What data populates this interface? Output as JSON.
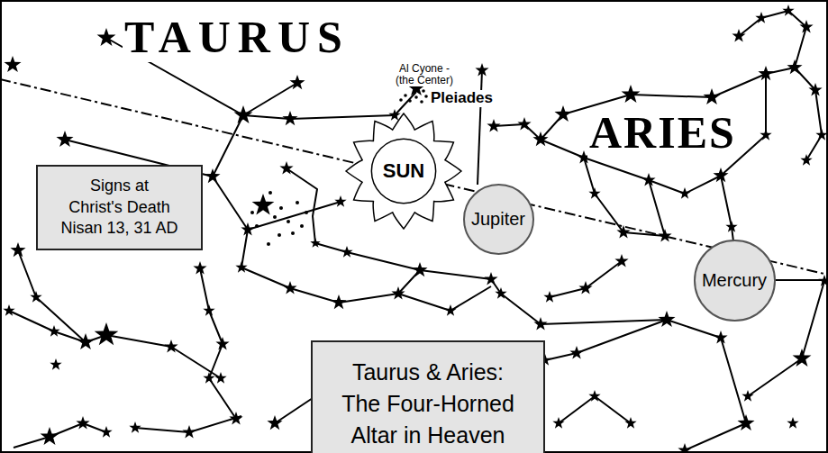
{
  "diagram": {
    "nodes": [
      {
        "text": [
          "Signs at Christ's Death",
          "Nisan 13, 31 AD"
        ]
      },
      {
        "text": [
          "SUN"
        ]
      },
      {
        "text": [
          "Jupiter"
        ]
      },
      {
        "text": [
          "Mercury"
        ]
      },
      {
        "text": [
          "Taurus & Aries: The Four-Horned Altar in Heaven"
        ]
      }
    ],
    "labels": [
      "TAURUS",
      "Al Cyone - (the Center)",
      "Pleiades",
      "ARIES"
    ]
  }
}
